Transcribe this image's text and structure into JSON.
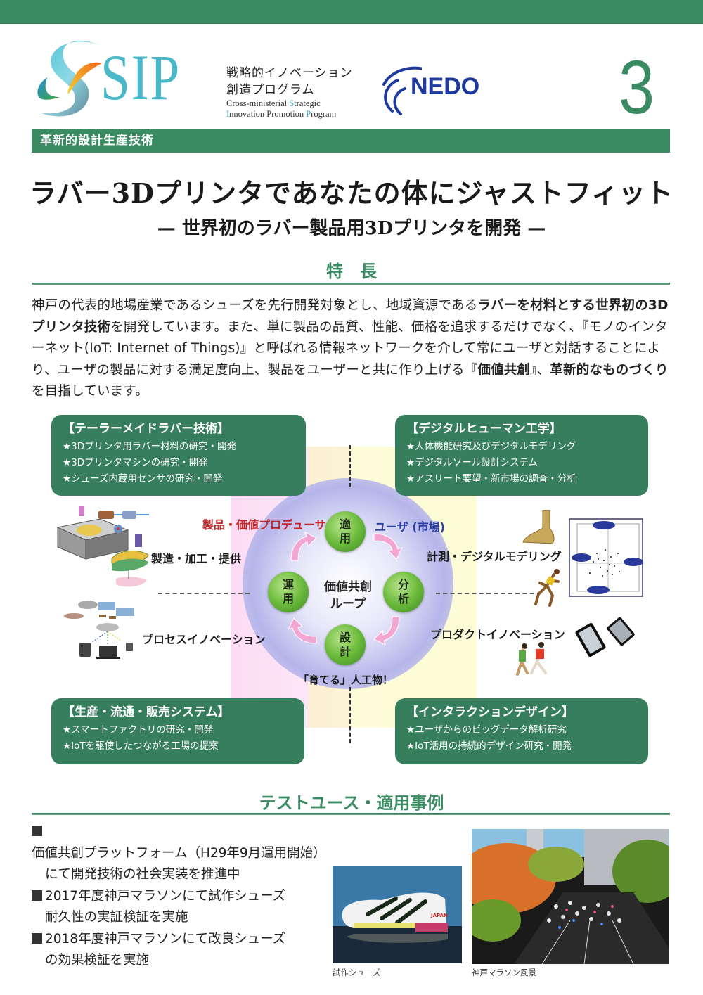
{
  "header": {
    "logo_text": "SIP",
    "program_jp_line1": "戦略的イノベーション",
    "program_jp_line2": "創造プログラム",
    "program_en_line1_parts": [
      "Cross-ministerial ",
      "S",
      "trategic"
    ],
    "program_en_line2_parts": [
      "I",
      "nnovation Promotion ",
      "P",
      "rogram"
    ],
    "partner_logo": "NEDO",
    "page_number": "3",
    "category": "革新的設計生産技術"
  },
  "title": {
    "main": "ラバー3Dプリンタであなたの体にジャストフィット",
    "sub": "— 世界初のラバー製品用3Dプリンタを開発 —"
  },
  "features": {
    "heading": "特　長",
    "paragraph": [
      {
        "t": "神戸の代表的地場産業であるシューズを先行開発対象とし、地域資源である",
        "b": false
      },
      {
        "t": "ラバーを材料とする世界初の3Dプリンタ技術",
        "b": true
      },
      {
        "t": "を開発しています。また、単に製品の品質、性能、価格を追求するだけでなく、『モノのインターネット(IoT: Internet of Things)』と呼ばれる情報ネットワークを介して常にユーザと対話することにより、ユーザの製品に対する満足度向上、製品をユーザーと共に作り上げる『",
        "b": false
      },
      {
        "t": "価値共創",
        "b": true
      },
      {
        "t": "』、",
        "b": false
      },
      {
        "t": "革新的なものづくり",
        "b": true
      },
      {
        "t": "を目指しています。",
        "b": false
      }
    ]
  },
  "diagram": {
    "boxes": [
      {
        "title": "【テーラーメイドラバー技術】",
        "items": [
          "★3Dプリンタ用ラバー材料の研究・開発",
          "★3Dプリンタマシンの研究・開発",
          "★シューズ内蔵用センサの研究・開発"
        ]
      },
      {
        "title": "【デジタルヒューマン工学】",
        "items": [
          "★人体機能研究及びデジタルモデリング",
          "★デジタルソール設計システム",
          "★アスリート要望・新市場の調査・分析"
        ]
      },
      {
        "title": "【生産・流通・販売システム】",
        "items": [
          "★スマートファクトリの研究・開発",
          "★IoTを駆使したつながる工場の提案"
        ]
      },
      {
        "title": "【インタラクションデザイン】",
        "items": [
          "★ユーザからのビッグデータ解析研究",
          "★IoT活用の持続的デザイン研究・開発"
        ]
      }
    ],
    "loop_nodes": {
      "top": [
        "適",
        "用"
      ],
      "right": [
        "分",
        "析"
      ],
      "bottom": [
        "設",
        "計"
      ],
      "left": [
        "運",
        "用"
      ]
    },
    "loop_center": [
      "価値共創",
      "ループ"
    ],
    "labels": {
      "producer": "製品・価値プロデューサ",
      "user": "ユーザ (市場)",
      "manufacturing": "製造・加工・提供",
      "measurement": "計測・デジタルモデリング",
      "process_innovation": "プロセスイノベーション",
      "product_innovation": "プロダクトイノベーション",
      "grow": "「育てる」人工物！"
    },
    "colors": {
      "box_green": "#367e5c",
      "producer_red": "#c0282a",
      "user_blue": "#2a3fa0",
      "node_green": "#6cbb3c",
      "arrow_pink": "#f4a6d2"
    }
  },
  "cases": {
    "heading": "テストユース・適用事例",
    "items": [
      {
        "first": "価値共創プラットフォーム（H29年9月運用開始）",
        "cont": "にて開発技術の社会実装を推進中"
      },
      {
        "first": "2017年度神戸マラソンにて試作シューズ",
        "cont": "耐久性の実証検証を実施"
      },
      {
        "first": "2018年度神戸マラソンにて改良シューズ",
        "cont": "の効果検証を実施"
      }
    ],
    "photos": [
      {
        "caption": "試作シューズ"
      },
      {
        "caption": "神戸マラソン風景"
      }
    ]
  },
  "theme": {
    "brand_green": "#3a8a62",
    "sip_cyan": "#4ab8c8",
    "nedo_blue": "#1e3aa0"
  }
}
